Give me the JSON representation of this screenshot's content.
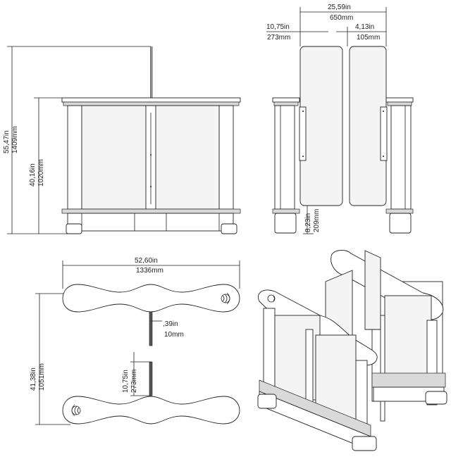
{
  "colors": {
    "line": "#222222",
    "background": "#ffffff",
    "panel": "#f4f4f4",
    "shade": "#d9d9d9"
  },
  "dimensions": {
    "front_total_height_in": "55,47in",
    "front_total_height_mm": "1409mm",
    "front_cabinet_height_in": "40,16in",
    "front_cabinet_height_mm": "1020mm",
    "side_total_width_in": "25,59in",
    "side_total_width_mm": "650mm",
    "side_panel_left_in": "10,75in",
    "side_panel_left_mm": "273mm",
    "side_panel_right_in": "4,13in",
    "side_panel_right_mm": "105mm",
    "side_ground_clearance_in": "8,23in",
    "side_ground_clearance_mm": "209mm",
    "plan_length_in": "52,60in",
    "plan_length_mm": "1336mm",
    "plan_depth_in": "41,38in",
    "plan_depth_mm": "1051mm",
    "plan_panel_thickness_in": ",39in",
    "plan_panel_thickness_mm": "10mm",
    "plan_panel_reach_in": "10,75in",
    "plan_panel_reach_mm": "273mm"
  }
}
